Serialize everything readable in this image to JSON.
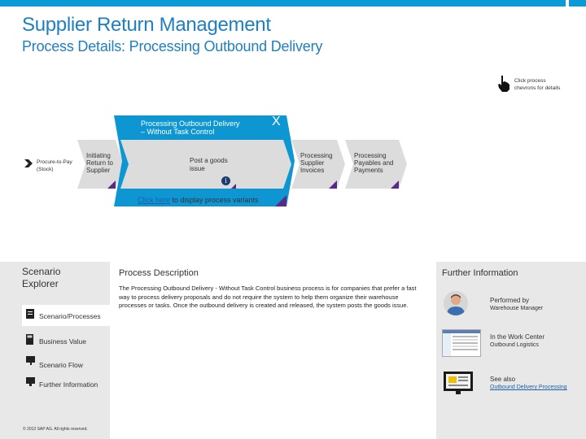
{
  "header": {
    "title": "Supplier Return Management",
    "subtitle": "Process Details: Processing Outbound Delivery"
  },
  "hint": {
    "icon": "hand-pointer-icon",
    "text_line1": "Click process",
    "text_line2": "chevrons for details"
  },
  "flow": {
    "start": {
      "icon": "arrow-right-icon",
      "line1": "Procure-to-Pay",
      "line2": "(Stock)"
    },
    "steps": [
      {
        "line1": "Initiating",
        "line2": "Return to",
        "line3": "Supplier"
      },
      {
        "line1": "Processing",
        "line2": "Supplier",
        "line3": "Invoices"
      },
      {
        "line1": "Processing",
        "line2": "Payables and",
        "line3": "Payments"
      }
    ],
    "active": {
      "title_line1": "Processing Outbound Delivery",
      "title_line2": "– Without Task Control",
      "close": "X",
      "substep_line1": "Post a goods",
      "substep_line2": "issue",
      "info": "i"
    },
    "variants_link": "Click here",
    "variants_text": " to display process variants"
  },
  "sidebar": {
    "heading_line1": "Scenario",
    "heading_line2": "Explorer",
    "items": [
      {
        "label": "Scenario/Processes",
        "icon": "document-icon"
      },
      {
        "label": "Business Value",
        "icon": "calculator-icon"
      },
      {
        "label": "Scenario Flow",
        "icon": "flag-icon"
      },
      {
        "label": "Further Information",
        "icon": "monitor-icon"
      }
    ],
    "copyright": "© 2013 SAP AG. All rights reserved."
  },
  "process_description": {
    "title": "Process Description",
    "body": "The Processing Outbound Delivery - Without Task Control business process is for companies that prefer a fast way to process delivery proposals and do not require the system to help them organize their warehouse processes or tasks. Once the outbound delivery is created and released, the system posts the goods issue."
  },
  "further_information": {
    "title": "Further Information",
    "performed_by_label": "Performed by",
    "performed_by_value": "Warehouse Manager",
    "work_center_label": "In the Work Center",
    "work_center_value": "Outbound Logistics",
    "see_also_label": "See also",
    "see_also_link": "Outbound Delivery Processing"
  },
  "colors": {
    "accent": "#0a9bd6",
    "title_blue": "#1e7fc2",
    "chevron_grey": "#dcdcdc",
    "active_blue": "#0e96d3",
    "purple_corner": "#5a2b86"
  }
}
